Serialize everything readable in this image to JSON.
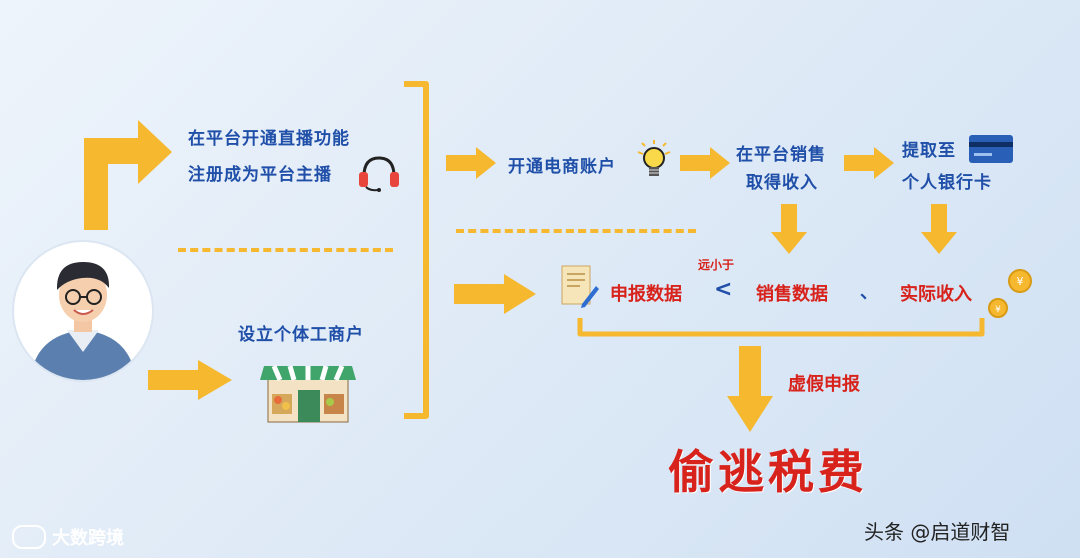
{
  "top_branch": {
    "line1": "在平台开通直播功能",
    "line2": "注册成为平台主播"
  },
  "bottom_branch": {
    "label": "设立个体工商户"
  },
  "flow": {
    "step1": "开通电商账户",
    "step2_line1": "在平台销售",
    "step2_line2": "取得收入",
    "step3_line1": "提取至",
    "step3_line2": "个人银行卡"
  },
  "comparison": {
    "declared": "申报数据",
    "less_than_note": "远小于",
    "less_than_symbol": "<",
    "sales": "销售数据",
    "separator": "、",
    "actual": "实际收入"
  },
  "result": {
    "false_report": "虚假申报",
    "conclusion": "偷逃税费"
  },
  "watermarks": {
    "left": "大数跨境",
    "right": "头条 @启道财智"
  },
  "colors": {
    "arrow": "#f5b82e",
    "text_blue": "#1f4fa8",
    "text_red": "#d8231c"
  }
}
